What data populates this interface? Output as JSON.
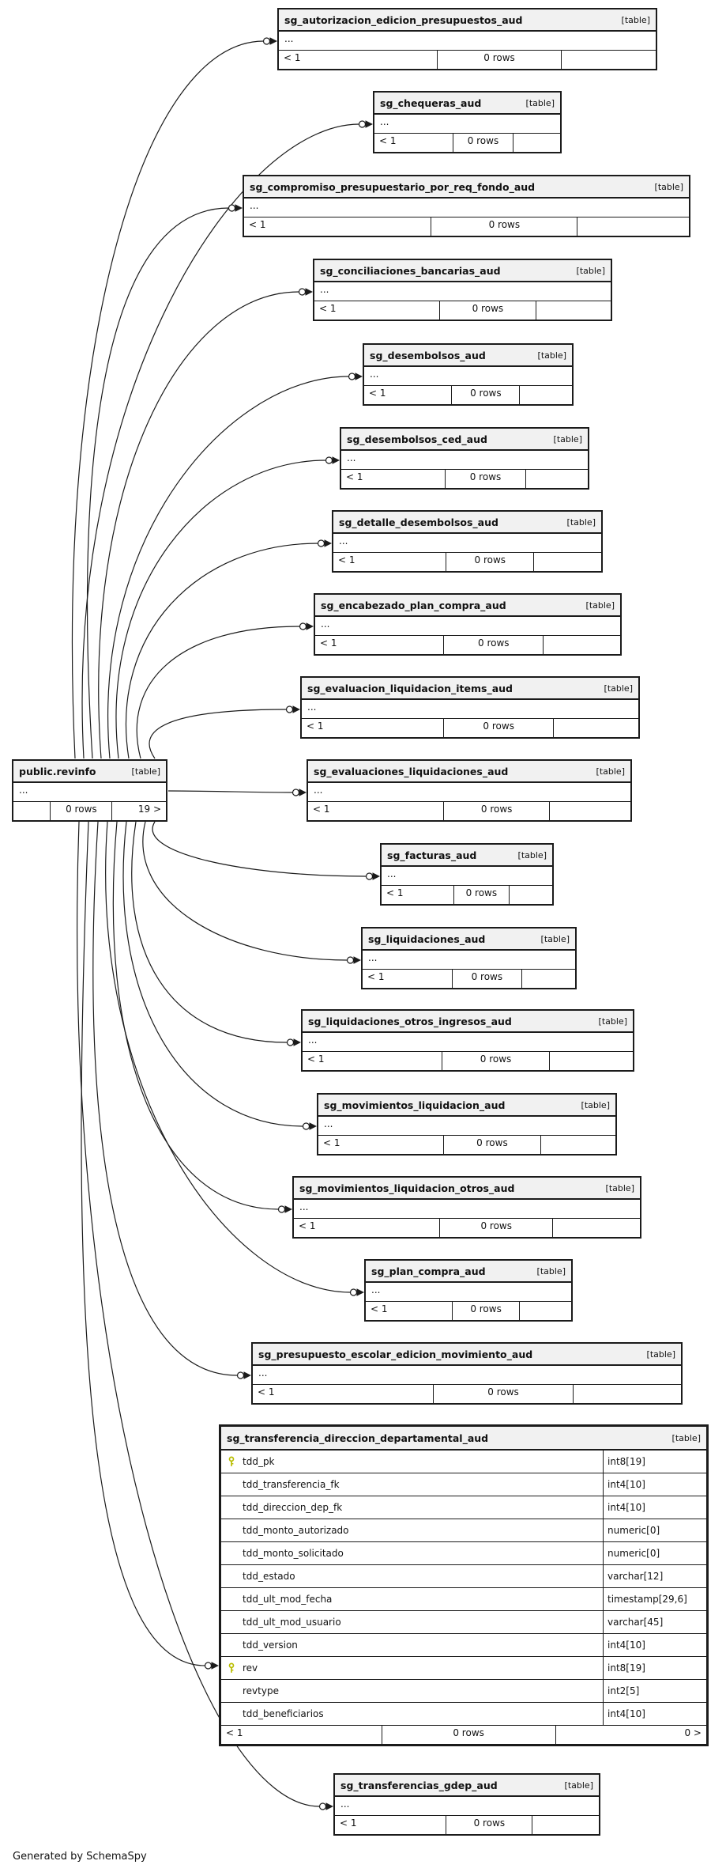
{
  "diagram": {
    "credit": "Generated by SchemaSpy",
    "type_label": "[table]",
    "elision": "...",
    "center_table": {
      "name": "public.revinfo",
      "footer_left": "",
      "footer_center": "0 rows",
      "footer_right": "19 >"
    },
    "tables": [
      {
        "name": "sg_autorizacion_edicion_presupuestos_aud",
        "footer_left": "< 1",
        "footer_center": "0 rows",
        "footer_right": ""
      },
      {
        "name": "sg_chequeras_aud",
        "footer_left": "< 1",
        "footer_center": "0 rows",
        "footer_right": ""
      },
      {
        "name": "sg_compromiso_presupuestario_por_req_fondo_aud",
        "footer_left": "< 1",
        "footer_center": "0 rows",
        "footer_right": ""
      },
      {
        "name": "sg_conciliaciones_bancarias_aud",
        "footer_left": "< 1",
        "footer_center": "0 rows",
        "footer_right": ""
      },
      {
        "name": "sg_desembolsos_aud",
        "footer_left": "< 1",
        "footer_center": "0 rows",
        "footer_right": ""
      },
      {
        "name": "sg_desembolsos_ced_aud",
        "footer_left": "< 1",
        "footer_center": "0 rows",
        "footer_right": ""
      },
      {
        "name": "sg_detalle_desembolsos_aud",
        "footer_left": "< 1",
        "footer_center": "0 rows",
        "footer_right": ""
      },
      {
        "name": "sg_encabezado_plan_compra_aud",
        "footer_left": "< 1",
        "footer_center": "0 rows",
        "footer_right": ""
      },
      {
        "name": "sg_evaluacion_liquidacion_items_aud",
        "footer_left": "< 1",
        "footer_center": "0 rows",
        "footer_right": ""
      },
      {
        "name": "sg_evaluaciones_liquidaciones_aud",
        "footer_left": "< 1",
        "footer_center": "0 rows",
        "footer_right": ""
      },
      {
        "name": "sg_facturas_aud",
        "footer_left": "< 1",
        "footer_center": "0 rows",
        "footer_right": ""
      },
      {
        "name": "sg_liquidaciones_aud",
        "footer_left": "< 1",
        "footer_center": "0 rows",
        "footer_right": ""
      },
      {
        "name": "sg_liquidaciones_otros_ingresos_aud",
        "footer_left": "< 1",
        "footer_center": "0 rows",
        "footer_right": ""
      },
      {
        "name": "sg_movimientos_liquidacion_aud",
        "footer_left": "< 1",
        "footer_center": "0 rows",
        "footer_right": ""
      },
      {
        "name": "sg_movimientos_liquidacion_otros_aud",
        "footer_left": "< 1",
        "footer_center": "0 rows",
        "footer_right": ""
      },
      {
        "name": "sg_plan_compra_aud",
        "footer_left": "< 1",
        "footer_center": "0 rows",
        "footer_right": ""
      },
      {
        "name": "sg_presupuesto_escolar_edicion_movimiento_aud",
        "footer_left": "< 1",
        "footer_center": "0 rows",
        "footer_right": ""
      },
      {
        "name": "sg_transferencia_direccion_departamental_aud",
        "footer_left": "< 1",
        "footer_center": "0 rows",
        "footer_right": "0 >",
        "columns": [
          {
            "name": "tdd_pk",
            "type": "int8[19]",
            "key": true
          },
          {
            "name": "tdd_transferencia_fk",
            "type": "int4[10]",
            "key": false
          },
          {
            "name": "tdd_direccion_dep_fk",
            "type": "int4[10]",
            "key": false
          },
          {
            "name": "tdd_monto_autorizado",
            "type": "numeric[0]",
            "key": false
          },
          {
            "name": "tdd_monto_solicitado",
            "type": "numeric[0]",
            "key": false
          },
          {
            "name": "tdd_estado",
            "type": "varchar[12]",
            "key": false
          },
          {
            "name": "tdd_ult_mod_fecha",
            "type": "timestamp[29,6]",
            "key": false
          },
          {
            "name": "tdd_ult_mod_usuario",
            "type": "varchar[45]",
            "key": false
          },
          {
            "name": "tdd_version",
            "type": "int4[10]",
            "key": false
          },
          {
            "name": "rev",
            "type": "int8[19]",
            "key": true
          },
          {
            "name": "revtype",
            "type": "int2[5]",
            "key": false
          },
          {
            "name": "tdd_beneficiarios",
            "type": "int4[10]",
            "key": false
          }
        ]
      },
      {
        "name": "sg_transferencias_gdep_aud",
        "footer_left": "< 1",
        "footer_center": "0 rows",
        "footer_right": ""
      }
    ]
  }
}
